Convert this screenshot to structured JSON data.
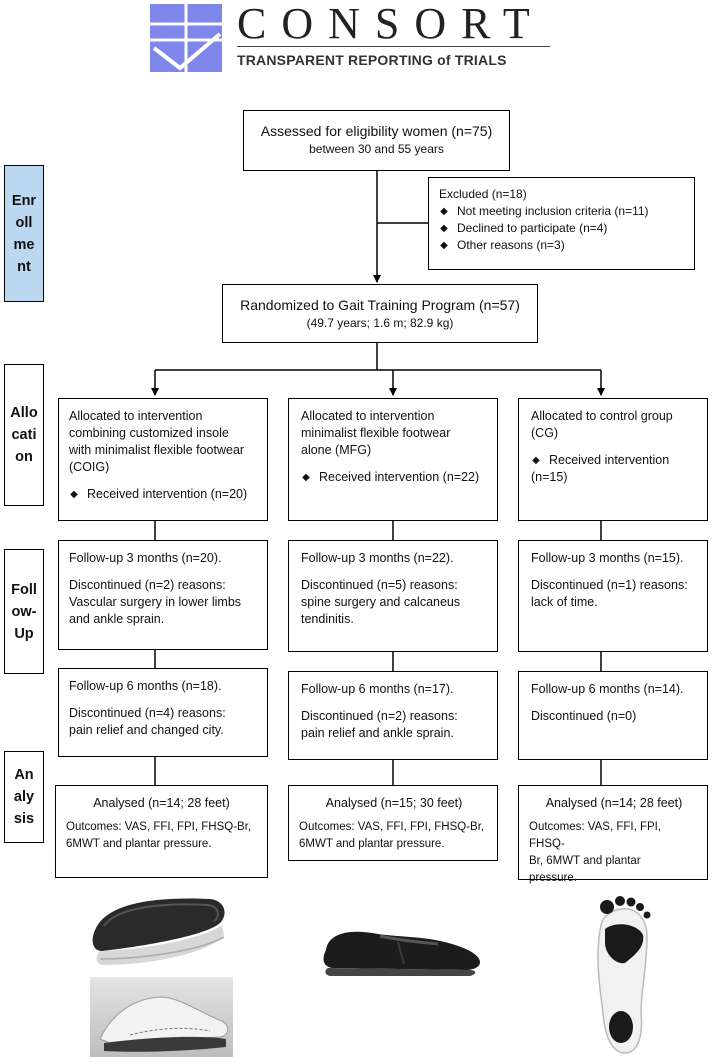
{
  "logo": {
    "title": "CONSORT",
    "subtitle": "TRANSPARENT REPORTING of TRIALS",
    "mark_color": "#7f86ea"
  },
  "side_labels": {
    "enrollment": [
      "Enr",
      "oll",
      "me",
      "nt"
    ],
    "allocation": [
      "Allo",
      "cati",
      "on"
    ],
    "followup": [
      "Foll",
      "ow-",
      "Up"
    ],
    "analysis": [
      "An",
      "aly",
      "sis"
    ]
  },
  "eligibility": {
    "line1": "Assessed for eligibility women (n=75)",
    "line2": "between 30 and 55 years"
  },
  "excluded": {
    "title": "Excluded (n=18)",
    "bullet_icon": "diamond-bullet",
    "items": [
      "Not meeting inclusion criteria (n=11)",
      "Declined to participate (n=4)",
      "Other reasons (n=3)"
    ]
  },
  "randomized": {
    "line1": "Randomized to Gait Training Program (n=57)",
    "line2": "(49.7 years; 1.6 m; 82.9 kg)"
  },
  "groups": [
    {
      "allocation": [
        "Allocated to intervention",
        "combining customized insole",
        "with minimalist flexible footwear",
        "(COIG)"
      ],
      "received": "Received intervention (n=20)",
      "fu3_title": "Follow-up 3 months (n=20).",
      "fu3_disc": [
        "Discontinued (n=2) reasons:",
        "Vascular surgery in lower limbs",
        "and ankle sprain."
      ],
      "fu6_title": "Follow-up 6 months (n=18).",
      "fu6_disc": [
        "Discontinued (n=4) reasons:",
        "pain relief and changed city."
      ],
      "analysed": "Analysed (n=14; 28 feet)",
      "outcomes": [
        "Outcomes: VAS, FFI, FPI, FHSQ-Br,",
        "6MWT and plantar pressure."
      ]
    },
    {
      "allocation": [
        "Allocated to intervention",
        "minimalist flexible footwear",
        "alone (MFG)"
      ],
      "received": "Received intervention (n=22)",
      "fu3_title": "Follow-up 3 months (n=22).",
      "fu3_disc": [
        "Discontinued (n=5) reasons:",
        "spine surgery and calcaneus",
        "tendinitis."
      ],
      "fu6_title": "Follow-up 6 months (n=17).",
      "fu6_disc": [
        "Discontinued (n=2) reasons:",
        "pain relief and ankle sprain."
      ],
      "analysed": "Analysed (n=15; 30 feet)",
      "outcomes": [
        "Outcomes: VAS, FFI, FPI, FHSQ-Br,",
        "6MWT and plantar pressure."
      ]
    },
    {
      "allocation": [
        "Allocated to control group",
        "(CG)"
      ],
      "received": [
        "Received intervention",
        "(n=15)"
      ],
      "fu3_title": "Follow-up 3 months (n=15).",
      "fu3_disc": [
        "Discontinued (n=1) reasons:",
        "lack of time."
      ],
      "fu6_title": "Follow-up 6 months (n=14).",
      "fu6_disc": [
        "Discontinued (n=0)"
      ],
      "analysed": "Analysed (n=14; 28 feet)",
      "outcomes": [
        "Outcomes: VAS, FFI, FPI, FHSQ-",
        "Br, 6MWT and plantar",
        "pressure."
      ]
    }
  ],
  "images": [
    "customized-insole-image",
    "foot-with-insole-image",
    "minimalist-shoe-image",
    "plantar-foot-image"
  ]
}
